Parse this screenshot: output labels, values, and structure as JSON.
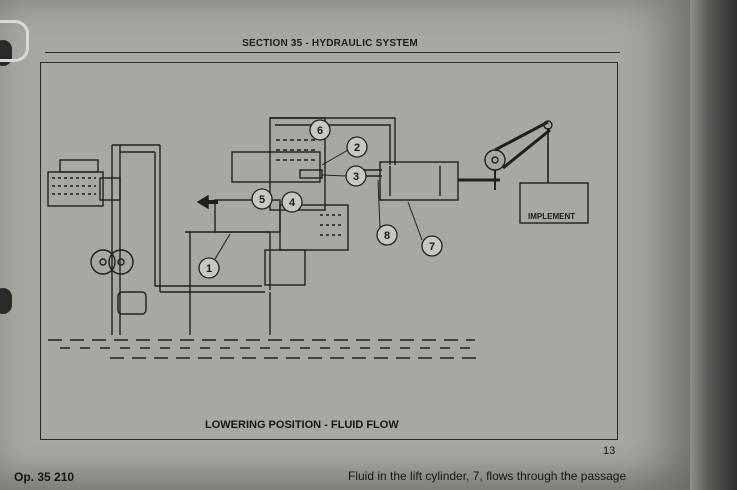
{
  "header": {
    "section_title": "SECTION 35 - HYDRAULIC SYSTEM"
  },
  "diagram": {
    "caption": "LOWERING POSITION - FLUID FLOW",
    "implement_label": "IMPLEMENT",
    "callouts": [
      "1",
      "2",
      "3",
      "4",
      "5",
      "6",
      "7",
      "8"
    ]
  },
  "page_number": "13",
  "footer": {
    "op_number": "Op. 35 210",
    "text": "Fluid in the lift cylinder, 7, flows through the passage"
  }
}
